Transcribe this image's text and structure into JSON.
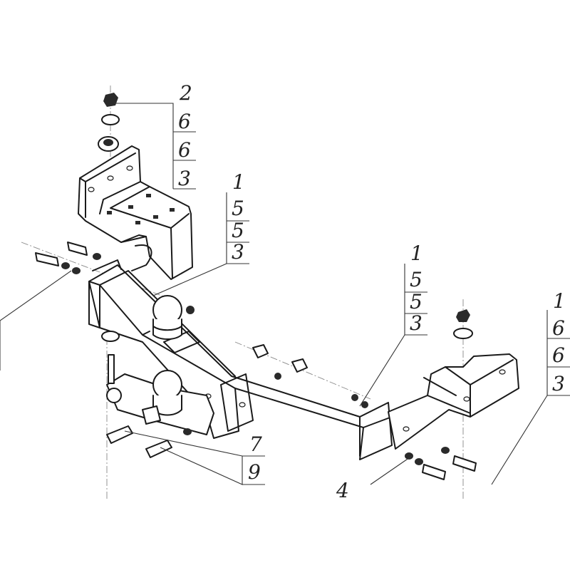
{
  "diagram": {
    "callouts": [
      {
        "id": "c-top-bracket",
        "labels": [
          "2",
          "6",
          "6",
          "3"
        ]
      },
      {
        "id": "c-left-beam",
        "labels": [
          "1",
          "5",
          "5",
          "3"
        ]
      },
      {
        "id": "c-right-beam",
        "labels": [
          "1",
          "5",
          "5",
          "3"
        ]
      },
      {
        "id": "c-right-bracket",
        "labels": [
          "1",
          "6",
          "6",
          "3"
        ]
      },
      {
        "id": "c-ball-bolts",
        "labels": [
          "7",
          "9"
        ]
      },
      {
        "id": "c-bottom",
        "labels": [
          "4"
        ]
      }
    ]
  },
  "colors": {
    "line": "#1a1a1a",
    "background": "#ffffff"
  }
}
